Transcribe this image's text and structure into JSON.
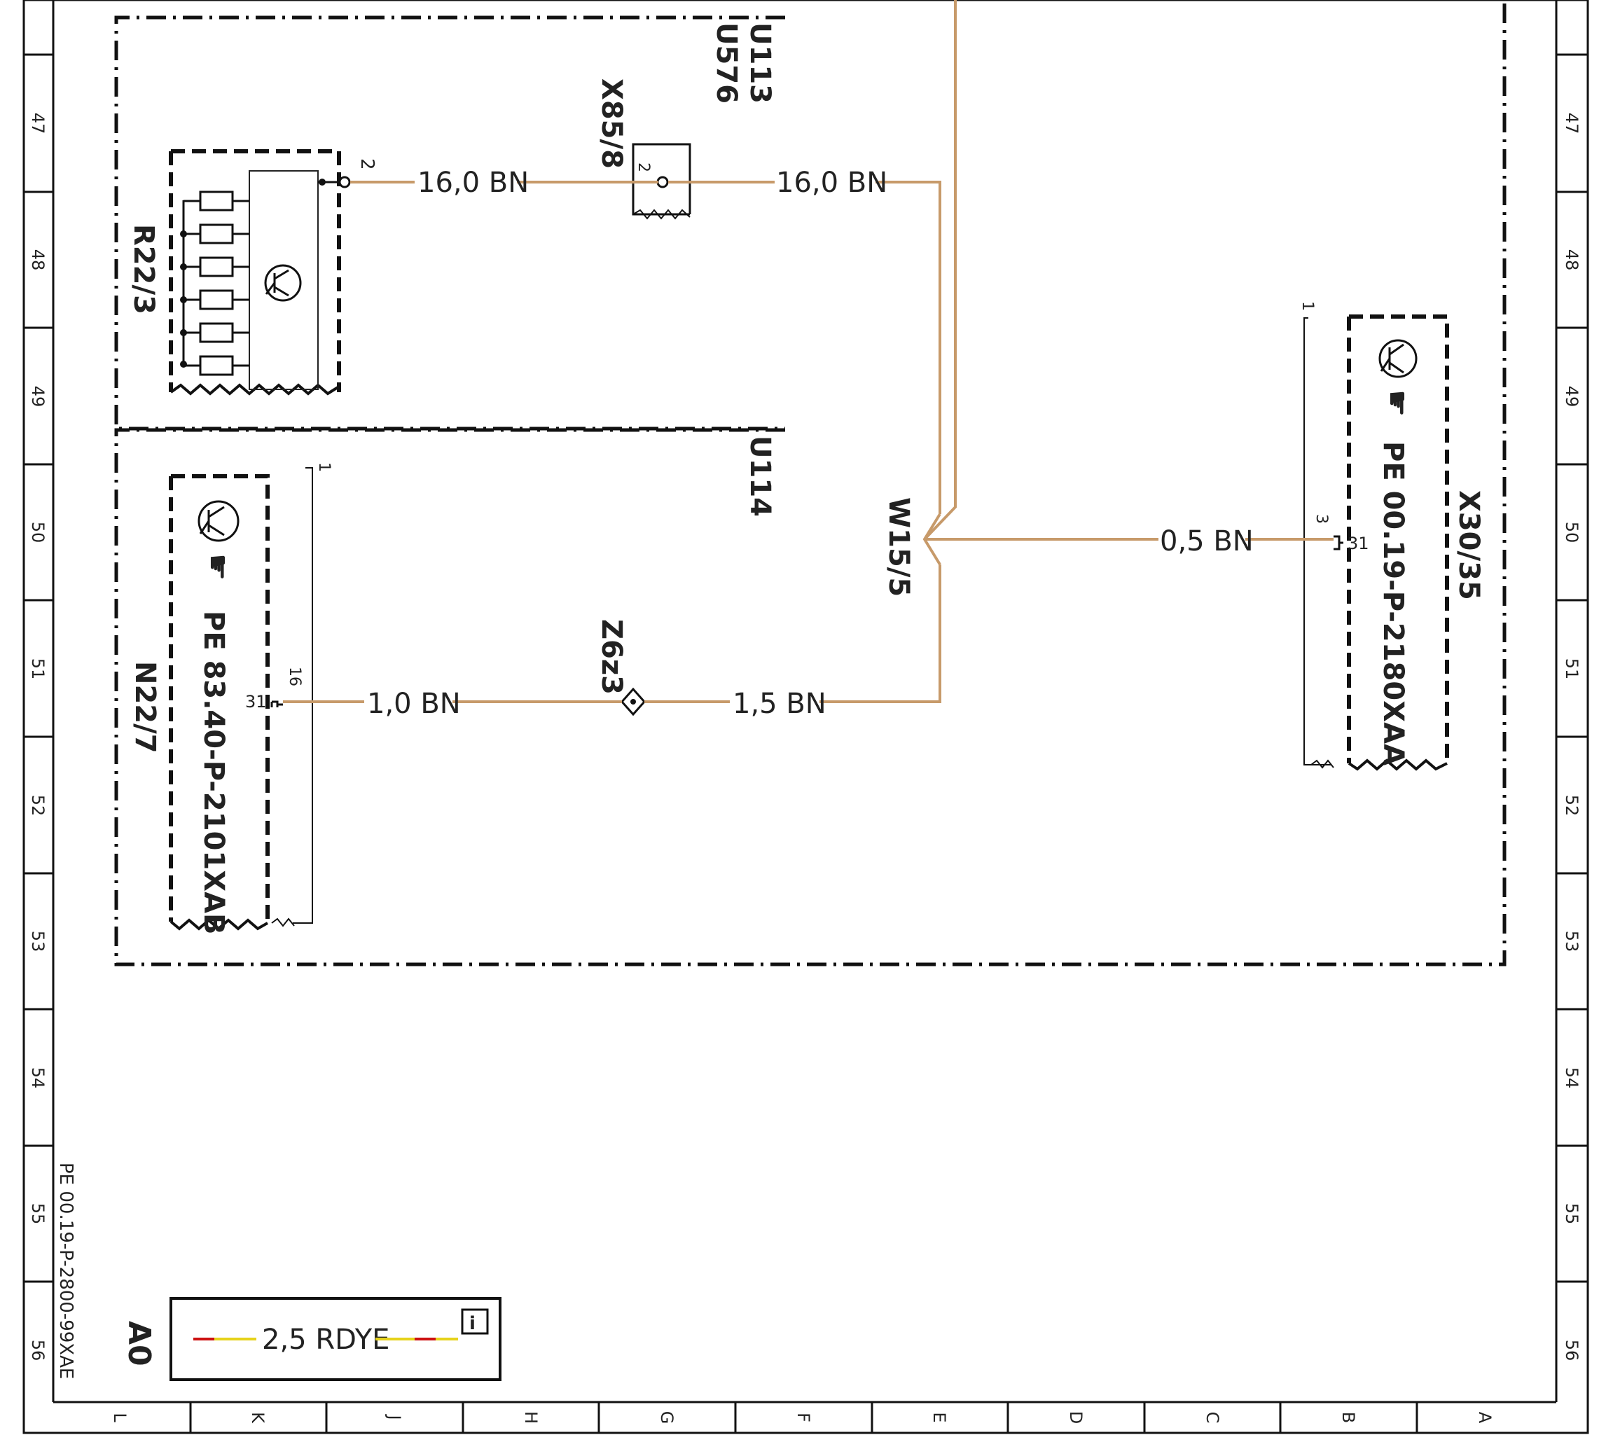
{
  "row_numbers": [
    "47",
    "48",
    "49",
    "50",
    "51",
    "52",
    "53",
    "54",
    "55",
    "56"
  ],
  "column_letters": [
    "L",
    "K",
    "J",
    "H",
    "G",
    "F",
    "E",
    "D",
    "C",
    "B",
    "A"
  ],
  "sheet_reference": "PE 00.19-P-2800-99XAE",
  "sheet_label": "A0",
  "areas": {
    "u113": "U113",
    "u576": "U576",
    "u114": "U114"
  },
  "components": {
    "r22_3": "R22/3",
    "x85_8": "X85/8",
    "n22_7": "N22/7",
    "x30_35": "X30/35",
    "w15_5": "W15/5",
    "z6z3": "Z6z3"
  },
  "references": {
    "n22_7_doc": "PE 83.40-P-2101XAB",
    "x30_35_doc": "PE 00.19-P-2180XAA"
  },
  "wires": {
    "r22_to_x85": "16,0 BN",
    "x85_to_e": "16,0 BN",
    "w15_to_x30": "0,5 BN",
    "n22_to_z6": "1,0 BN",
    "z6_to_e": "1,5 BN",
    "legend_wire": "2,5 RDYE"
  },
  "pins": {
    "r22_pin": "2",
    "x85_pin": "2",
    "n22_pin_top": "1",
    "n22_pin_16": "16",
    "n22_pin_31": "31",
    "x30_pin_1": "1",
    "x30_pin_3": "3",
    "x30_pin_31": "31"
  },
  "legend_icon": "info-icon",
  "colors": {
    "wire_brown": "#c79a6a",
    "wire_red": "#cc1111",
    "wire_yellow": "#e6d21a"
  }
}
